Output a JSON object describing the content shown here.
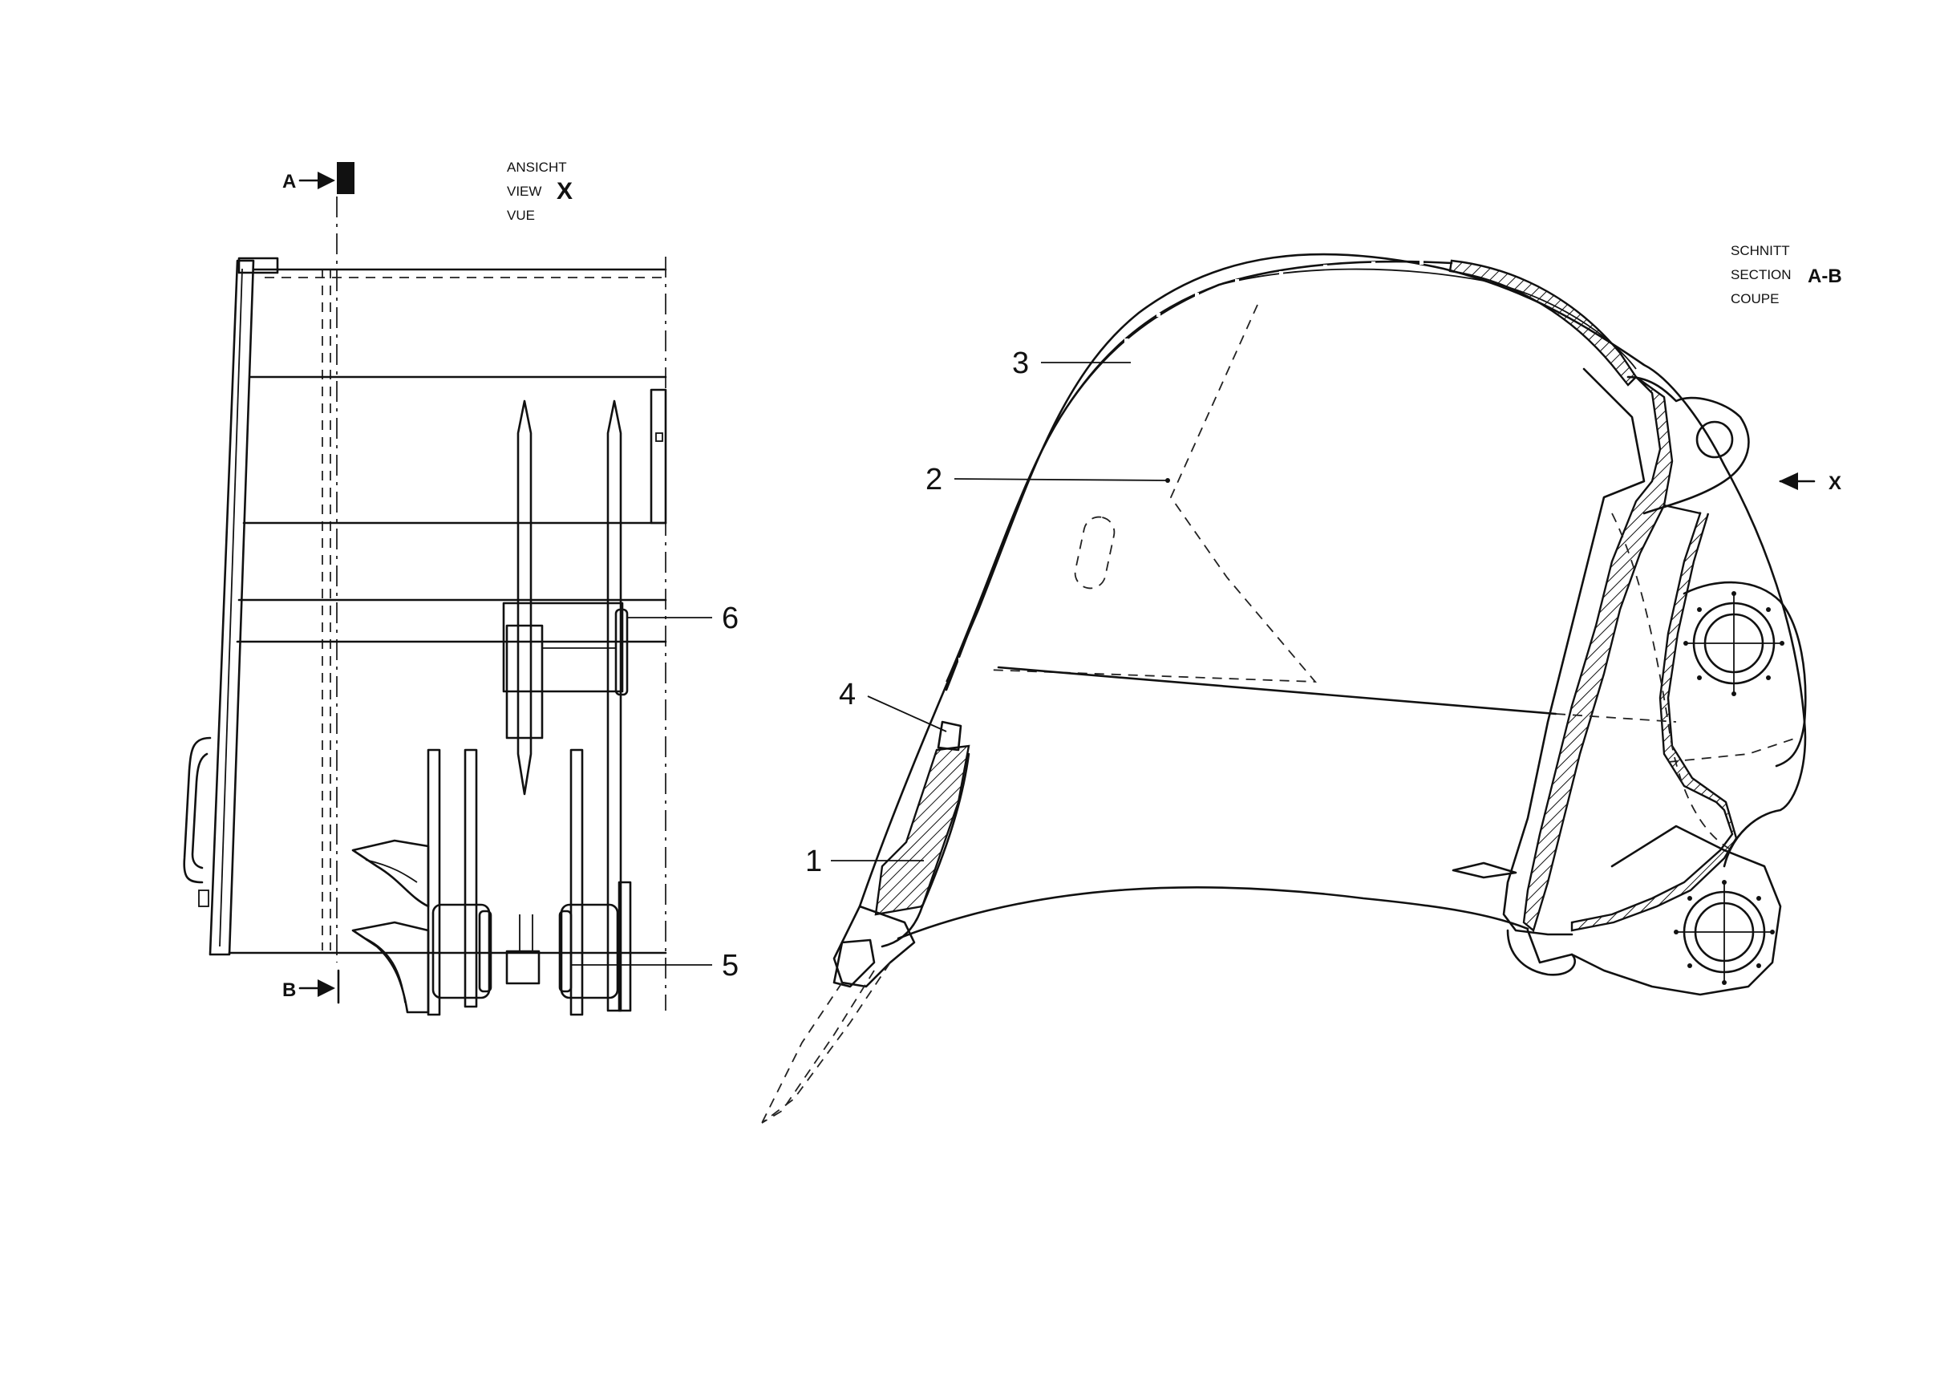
{
  "view_x": {
    "line1": "ANSICHT",
    "line2": "VIEW",
    "line3": "VUE",
    "letter": "X"
  },
  "section_ab": {
    "line1": "SCHNITT",
    "line2": "SECTION",
    "line3": "COUPE",
    "letters": "A-B"
  },
  "cut_markers": {
    "a": "A",
    "b": "B",
    "x": "X"
  },
  "callouts": {
    "c1": "1",
    "c2": "2",
    "c3": "3",
    "c4": "4",
    "c5": "5",
    "c6": "6"
  }
}
